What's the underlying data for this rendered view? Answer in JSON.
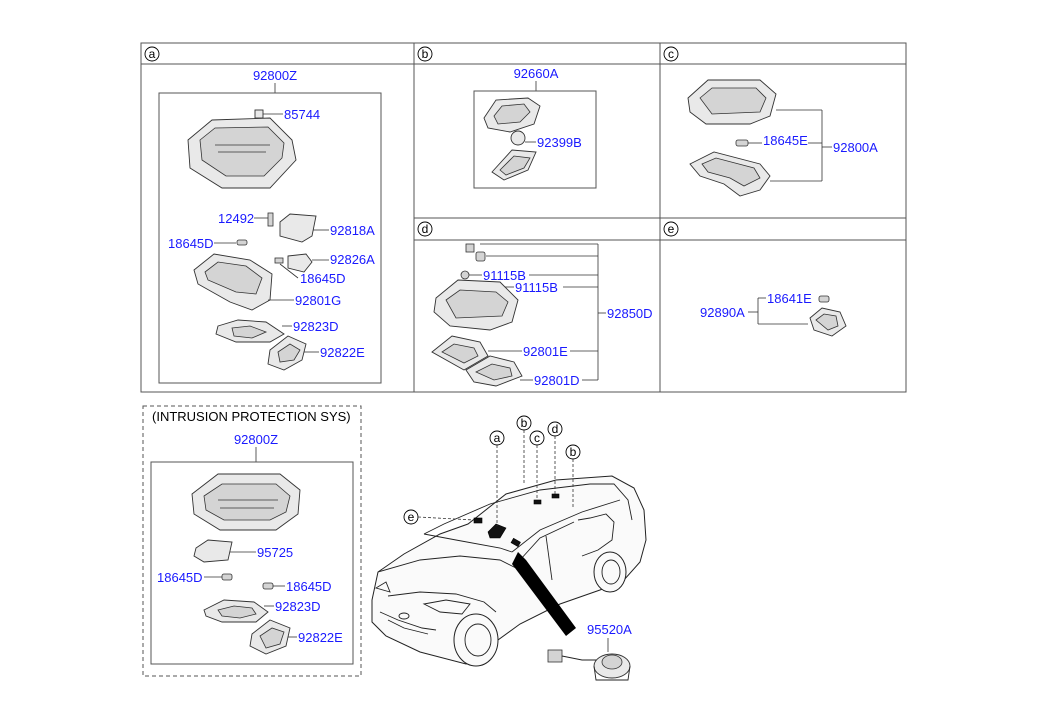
{
  "sections": {
    "a": {
      "label": "a",
      "assembly": "92800Z",
      "parts": [
        "85744",
        "12492",
        "92818A",
        "18645D",
        "92826A",
        "18645D",
        "92801G",
        "92823D",
        "92822E"
      ]
    },
    "b": {
      "label": "b",
      "assembly": "92660A",
      "parts": [
        "92399B"
      ]
    },
    "c": {
      "label": "c",
      "parts": [
        "18645E",
        "92800A"
      ]
    },
    "d": {
      "label": "d",
      "parts": [
        "91115B",
        "91115B",
        "92850D",
        "92801E",
        "92801D"
      ]
    },
    "e": {
      "label": "e",
      "parts": [
        "92890A",
        "18641E"
      ]
    }
  },
  "intrusion": {
    "title": "(INTRUSION PROTECTION SYS)",
    "assembly": "92800Z",
    "parts": [
      "95725",
      "18645D",
      "18645D",
      "92823D",
      "92822E"
    ]
  },
  "vehicle": {
    "callouts": [
      "a",
      "b",
      "c",
      "d",
      "b",
      "e"
    ],
    "part": "95520A"
  }
}
